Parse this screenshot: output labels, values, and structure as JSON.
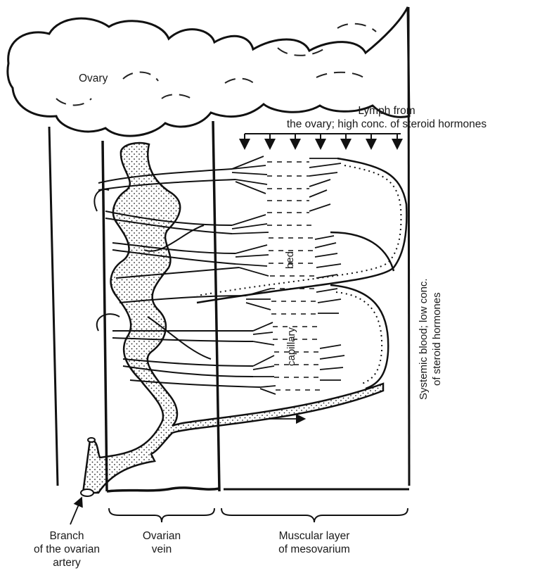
{
  "labels": {
    "ovary": "Ovary",
    "lymph_line1": "Lymph from",
    "lymph_line2": "the ovary; high conc. of steroid hormones",
    "bed": "bed",
    "capillary": "capillary",
    "systemic_line1": "Systemic blood; low conc.",
    "systemic_line2": "of steroid hormones",
    "artery_line1": "Branch",
    "artery_line2": "of the ovarian",
    "artery_line3": "artery",
    "vein_line1": "Ovarian",
    "vein_line2": "vein",
    "muscle_line1": "Muscular layer",
    "muscle_line2": "of mesovarium"
  }
}
